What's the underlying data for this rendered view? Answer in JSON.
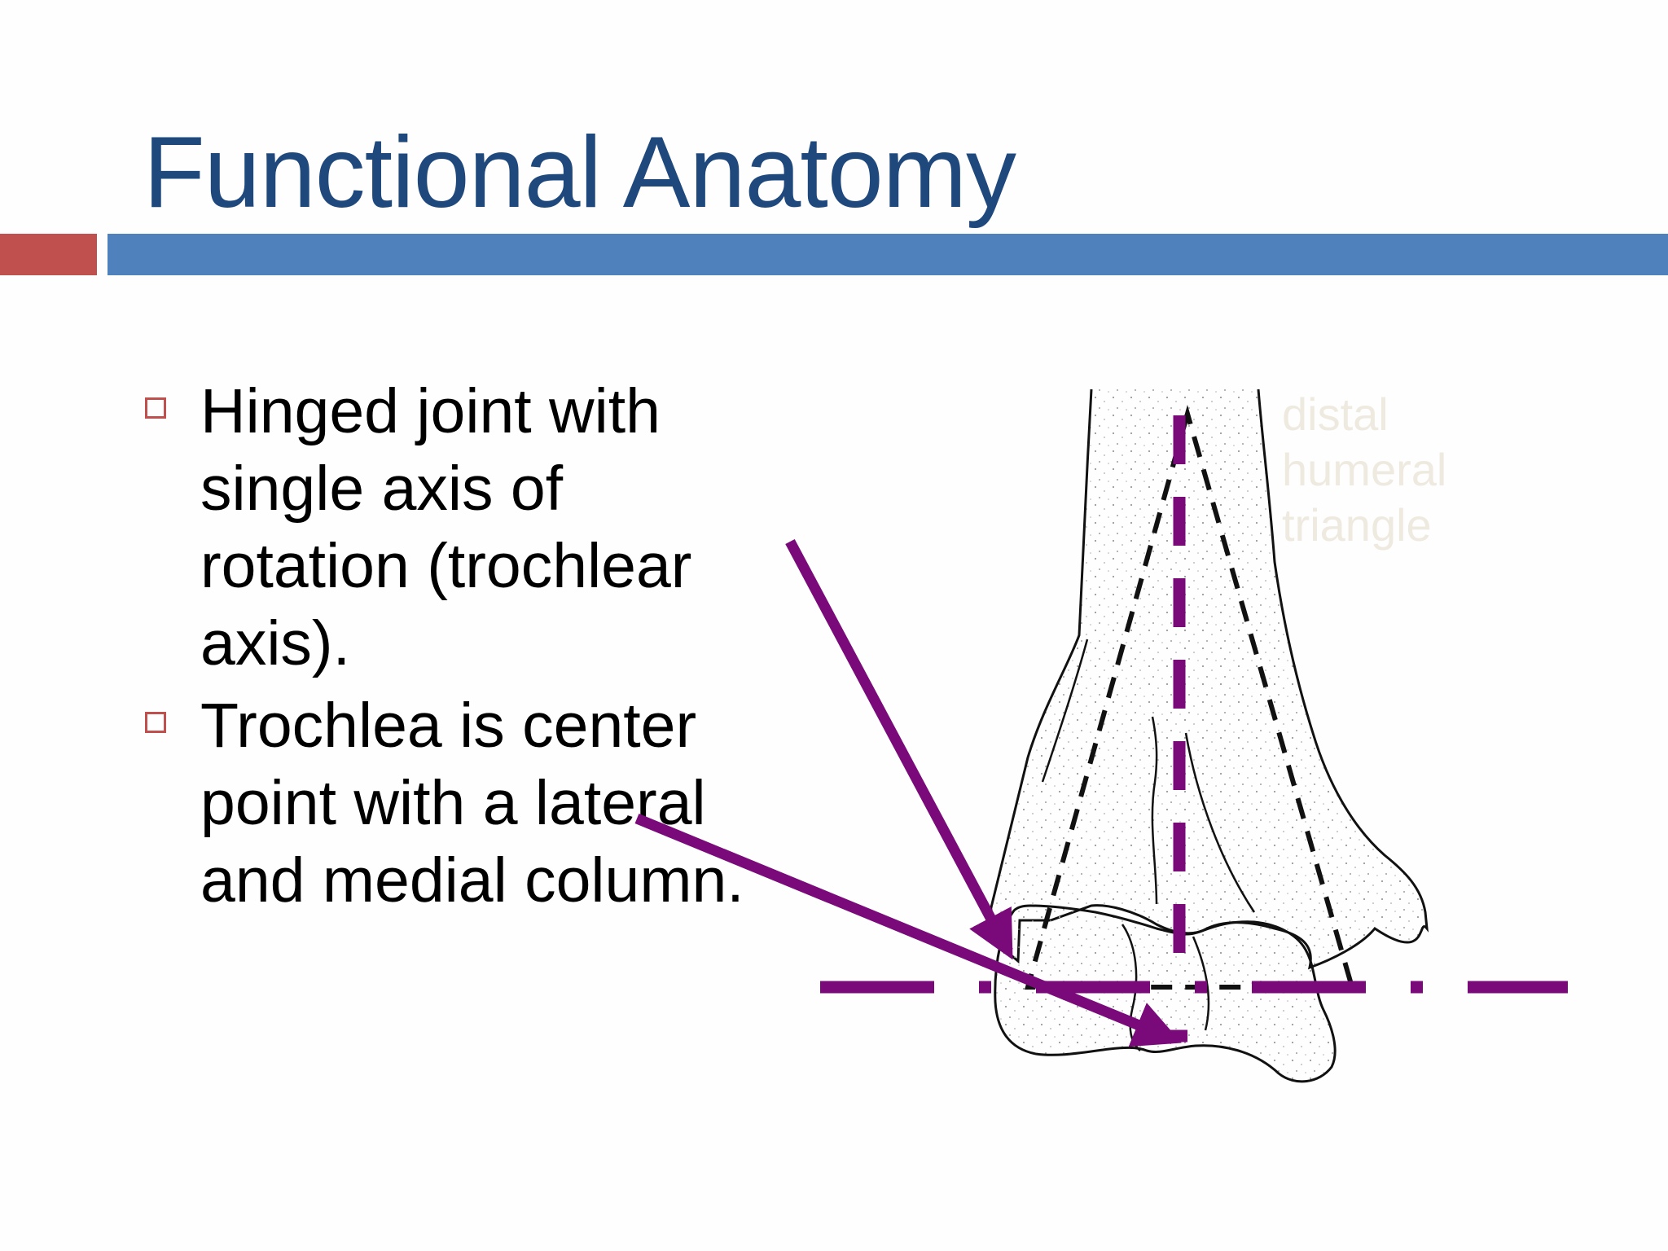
{
  "slide": {
    "title": "Functional Anatomy",
    "colors": {
      "title": "#1f497d",
      "accent_bar": "#c0504d",
      "main_bar": "#4f81bd",
      "bullet_marker": "#c0504d",
      "overlay": "#7a0a7a"
    },
    "bullets": [
      {
        "lines": [
          "Hinged joint with",
          "single axis of",
          "rotation (trochlear",
          "axis)."
        ]
      },
      {
        "lines": [
          "Trochlea is center",
          "point with a lateral",
          "and medial column."
        ]
      }
    ],
    "figure": {
      "label_lines": [
        "distal",
        "humeral",
        "triangle"
      ]
    }
  }
}
